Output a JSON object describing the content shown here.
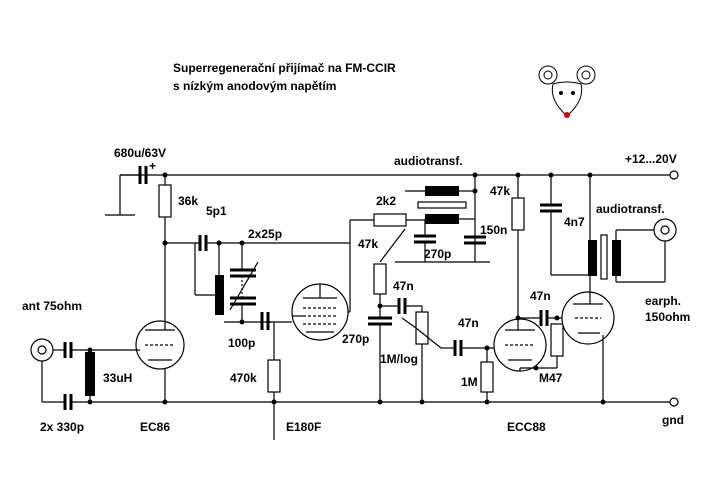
{
  "title": {
    "line1": "Superregenerační přijímač na FM-CCIR",
    "line2": "s nízkým anodovým napětím"
  },
  "labels": {
    "cap_680u": "680u/63V",
    "plus_mark": "+",
    "r_36k": "36k",
    "c_5p1": "5p1",
    "c_2x25p": "2x25p",
    "r_2k2": "2k2",
    "audiotransf_1": "audiotransf.",
    "r_47k_anode": "47k",
    "c_150n": "150n",
    "c_270p_top": "270p",
    "r_47k_left": "47k",
    "c_47n_a": "47n",
    "c_4n7": "4n7",
    "audiotransf_2": "audiotransf.",
    "supply": "+12...20V",
    "ant": "ant 75ohm",
    "l_33uH": "33uH",
    "c_100p": "100p",
    "c_270p_mid": "270p",
    "pot_1M": "1M/log",
    "c_47n_b": "47n",
    "c_47n_c": "47n",
    "earphone_1": "earph.",
    "earphone_2": "150ohm",
    "r_470k": "470k",
    "r_1M": "1M",
    "r_M47": "M47",
    "c_2x330p": "2x 330p",
    "tube_EC86": "EC86",
    "tube_E180F": "E180F",
    "tube_ECC88": "ECC88",
    "gnd": "gnd"
  },
  "icons": {
    "mouse": "mouse-face-icon"
  },
  "colors": {
    "ink": "#000000",
    "mouse_nose": "#d00000",
    "background": "#ffffff"
  }
}
